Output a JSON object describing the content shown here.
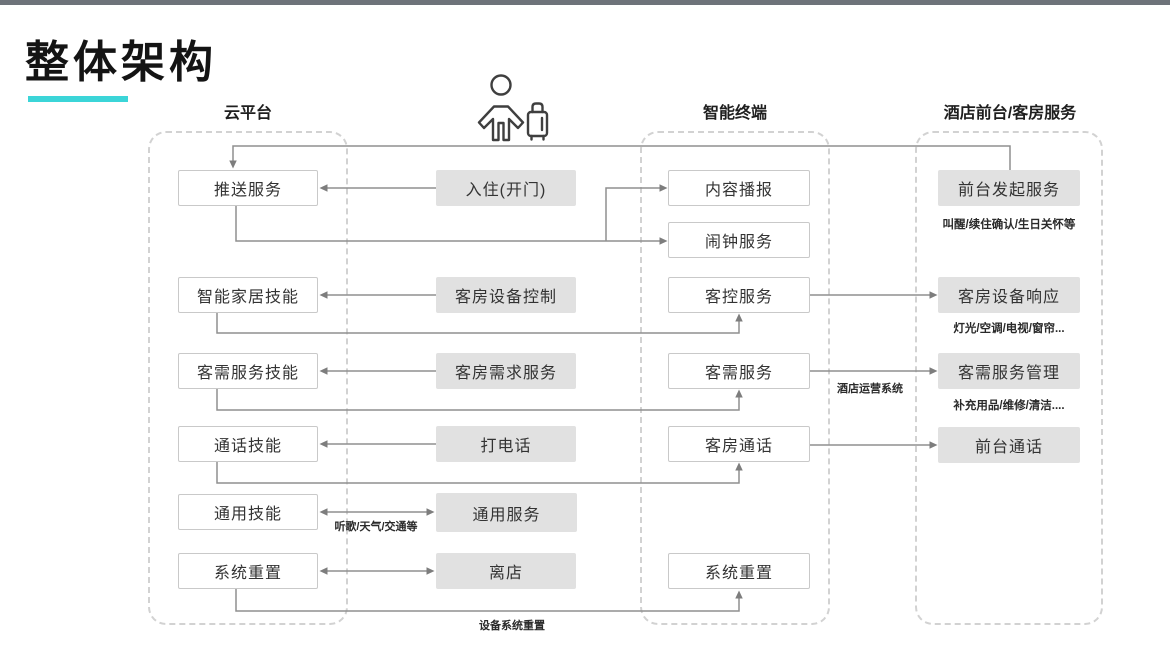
{
  "title": "整体架构",
  "headers": {
    "cloud": "云平台",
    "terminal": "智能终端",
    "hotel": "酒店前台/客房服务"
  },
  "nodes": {
    "cloud": [
      "推送服务",
      "智能家居技能",
      "客需服务技能",
      "通话技能",
      "通用技能",
      "系统重置"
    ],
    "guest": [
      "入住(开门)",
      "客房设备控制",
      "客房需求服务",
      "打电话",
      "通用服务",
      "离店"
    ],
    "terminal": [
      "内容播报",
      "闹钟服务",
      "客控服务",
      "客需服务",
      "客房通话",
      "系统重置"
    ],
    "hotel": [
      {
        "label": "前台发起服务",
        "caption": "叫醒/续住确认/生日关怀等"
      },
      {
        "label": "客房设备响应",
        "caption": "灯光/空调/电视/窗帘..."
      },
      {
        "label": "客需服务管理",
        "caption": "补充用品/维修/清洁...."
      },
      {
        "label": "前台通话",
        "caption": ""
      }
    ]
  },
  "edge_labels": {
    "general_service": "听歌/天气/交通等",
    "hotel_ops": "酒店运营系统",
    "device_reset": "设备系统重置"
  },
  "icons": {
    "guest": "person-with-luggage-icon"
  },
  "colors": {
    "accent": "#3bd5d8",
    "top_bar": "#6e737a",
    "gray_node_fill": "#e1e1e1",
    "line": "#8f8f8f"
  }
}
